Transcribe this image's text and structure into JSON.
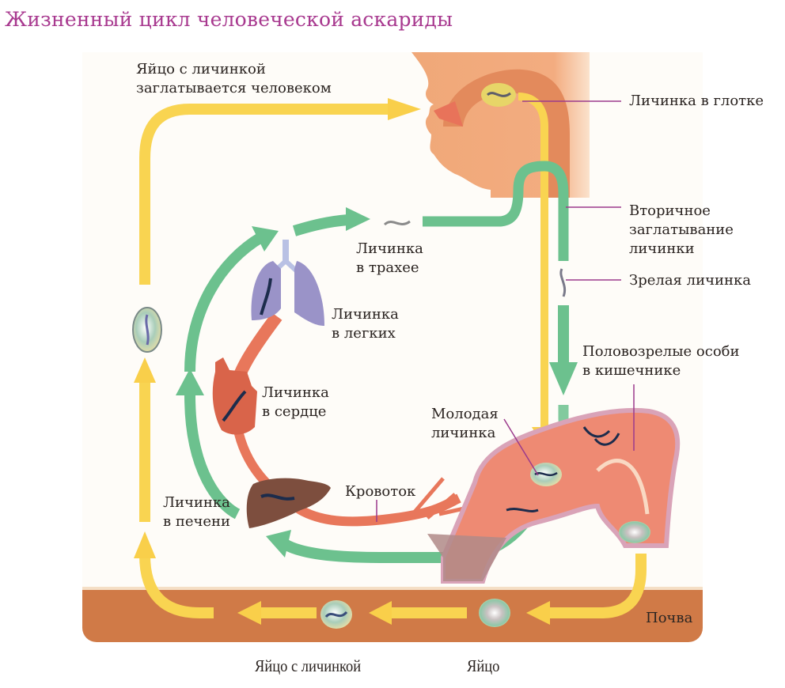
{
  "title": "Жизненный цикл человеческой аскариды",
  "colors": {
    "title": "#a8398f",
    "egg_path": "#f9cf4a",
    "larva_path": "#6cc18e",
    "blood_flow": "#e8775b",
    "soil": "#d07a47",
    "leader_line": "#9b3a8c",
    "face": "#f0a878",
    "lungs": "#9a93c8",
    "heart": "#d9644a",
    "liver": "#7d4e3e",
    "intestine": "#ee8a73"
  },
  "labels": {
    "egg_swallowed": "Яйцо с личинкой\nзаглатывается человеком",
    "larva_pharynx": "Личинка в глотке",
    "secondary_swallow": "Вторичное\nзаглатывание\nличинки",
    "mature_larva": "Зрелая личинка",
    "larva_trachea": "Личинка\nв трахее",
    "larva_lungs": "Личинка\nв легких",
    "larva_heart": "Личинка\nв сердце",
    "adults_intestine": "Половозрелые особи\nв кишечнике",
    "young_larva": "Молодая\nличинка",
    "bloodstream": "Кровоток",
    "larva_liver": "Личинка\nв печени",
    "soil": "Почва",
    "egg_with_larva": "Яйцо с личинкой",
    "egg": "Яйцо"
  },
  "icons": {
    "mouth": "human-head-profile",
    "lungs": "lungs",
    "heart": "heart",
    "liver": "liver",
    "intestine": "intestine-cross-section",
    "egg": "egg-oval",
    "larva": "worm-larva"
  }
}
